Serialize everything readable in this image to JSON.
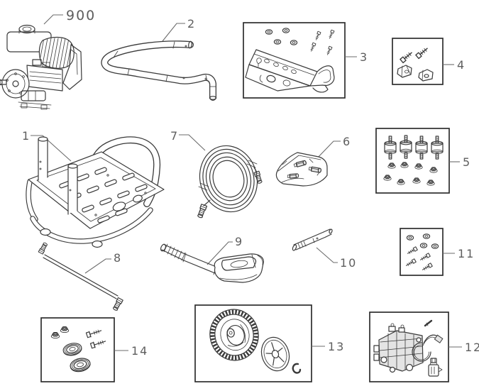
{
  "diagram": {
    "kind": "exploded-parts-diagram",
    "subject": "pressure-washer",
    "theme": {
      "background": "#ffffff",
      "line_color": "#3a3a3a",
      "box_border_color": "#2e2e2e",
      "leader_color": "#6b6b6b",
      "label_color": "#5e5e5e"
    },
    "parts": [
      {
        "label": "900",
        "name": "engine"
      },
      {
        "label": "2",
        "name": "handle-tube"
      },
      {
        "label": "3",
        "name": "control-panel-kit"
      },
      {
        "label": "4",
        "name": "knob-and-bolt-kit"
      },
      {
        "label": "1",
        "name": "frame-cradle"
      },
      {
        "label": "7",
        "name": "high-pressure-hose"
      },
      {
        "label": "6",
        "name": "fittings-bag-kit"
      },
      {
        "label": "5",
        "name": "vibration-mount-and-nut-kit"
      },
      {
        "label": "8",
        "name": "chemical-tube"
      },
      {
        "label": "9",
        "name": "spray-gun"
      },
      {
        "label": "10",
        "name": "nozzle-extension"
      },
      {
        "label": "11",
        "name": "bolt-and-washer-kit"
      },
      {
        "label": "14",
        "name": "bearing-and-hardware-kit"
      },
      {
        "label": "13",
        "name": "wheel-kit"
      },
      {
        "label": "12",
        "name": "pump-assembly-kit"
      }
    ]
  }
}
